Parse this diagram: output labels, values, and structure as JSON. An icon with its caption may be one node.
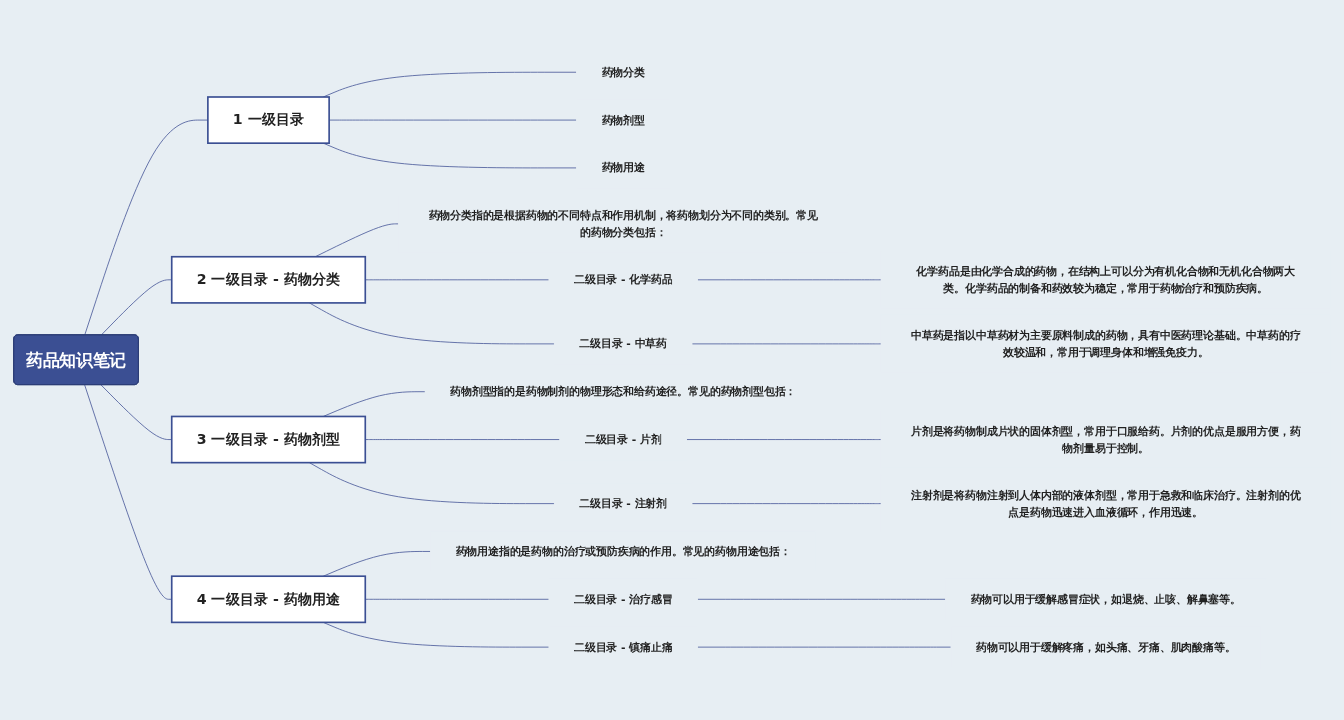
{
  "diagram": {
    "nodes": [
      {
        "text": [
          "药品知识笔记"
        ]
      },
      {
        "text": [
          "1 一级目录"
        ]
      },
      {
        "text": [
          "药物分类"
        ]
      },
      {
        "text": [
          "药物剂型"
        ]
      },
      {
        "text": [
          "药物用途"
        ]
      },
      {
        "text": [
          "2 一级目录 - 药物分类"
        ]
      },
      {
        "text": [
          "药物分类指的是根据药物的不同特点和作用机制，将药物划分为不同的类别。常见的药物分类包括："
        ]
      },
      {
        "text": [
          "二级目录 - 化学药品"
        ]
      },
      {
        "text": [
          "化学药品是由化学合成的药物，在结构上可以分为有机化合物和无机化合物两大类。化学药品的制备和药效较为稳定，常用于药物治疗和预防疾病。"
        ]
      },
      {
        "text": [
          "二级目录 - 中草药"
        ]
      },
      {
        "text": [
          "中草药是指以中草药材为主要原料制成的药物，具有中医药理论基础。中草药的疗效较温和，常用于调理身体和增强免疫力。"
        ]
      },
      {
        "text": [
          "3 一级目录 - 药物剂型"
        ]
      },
      {
        "text": [
          "药物剂型指的是药物制剂的物理形态和给药途径。常见的药物剂型包括："
        ]
      },
      {
        "text": [
          "二级目录 - 片剂"
        ]
      },
      {
        "text": [
          "片剂是将药物制成片状的固体剂型，常用于口服给药。片剂的优点是服用方便，药物剂量易于控制。"
        ]
      },
      {
        "text": [
          "二级目录 - 注射剂"
        ]
      },
      {
        "text": [
          "注射剂是将药物注射到人体内部的液体剂型，常用于急救和临床治疗。注射剂的优点是药物迅速进入血液循环，作用迅速。"
        ]
      },
      {
        "text": [
          "4 一级目录 - 药物用途"
        ]
      },
      {
        "text": [
          "药物用途指的是药物的治疗或预防疾病的作用。常见的药物用途包括："
        ]
      },
      {
        "text": [
          "二级目录 - 治疗感冒"
        ]
      },
      {
        "text": [
          "药物可以用于缓解感冒症状，如退烧、止咳、解鼻塞等。"
        ]
      },
      {
        "text": [
          "二级目录 - 镇痛止痛"
        ]
      },
      {
        "text": [
          "药物可以用于缓解疼痛，如头痛、牙痛、肌肉酸痛等。"
        ]
      }
    ],
    "edges": [
      {
        "from": 0,
        "to": 1,
        "arrow": "none"
      },
      {
        "from": 1,
        "to": 2,
        "arrow": "none"
      },
      {
        "from": 1,
        "to": 3,
        "arrow": "none"
      },
      {
        "from": 1,
        "to": 4,
        "arrow": "none"
      },
      {
        "from": 0,
        "to": 5,
        "arrow": "none"
      },
      {
        "from": 5,
        "to": 6,
        "arrow": "none"
      },
      {
        "from": 5,
        "to": 7,
        "arrow": "none"
      },
      {
        "from": 7,
        "to": 8,
        "arrow": "none"
      },
      {
        "from": 5,
        "to": 9,
        "arrow": "none"
      },
      {
        "from": 9,
        "to": 10,
        "arrow": "none"
      },
      {
        "from": 0,
        "to": 11,
        "arrow": "none"
      },
      {
        "from": 11,
        "to": 12,
        "arrow": "none"
      },
      {
        "from": 11,
        "to": 13,
        "arrow": "none"
      },
      {
        "from": 13,
        "to": 14,
        "arrow": "none"
      },
      {
        "from": 11,
        "to": 15,
        "arrow": "none"
      },
      {
        "from": 15,
        "to": 16,
        "arrow": "none"
      },
      {
        "from": 0,
        "to": 17,
        "arrow": "none"
      },
      {
        "from": 17,
        "to": 18,
        "arrow": "none"
      },
      {
        "from": 17,
        "to": 19,
        "arrow": "none"
      },
      {
        "from": 19,
        "to": 20,
        "arrow": "none"
      },
      {
        "from": 17,
        "to": 21,
        "arrow": "none"
      },
      {
        "from": 21,
        "to": 22,
        "arrow": "none"
      }
    ]
  }
}
